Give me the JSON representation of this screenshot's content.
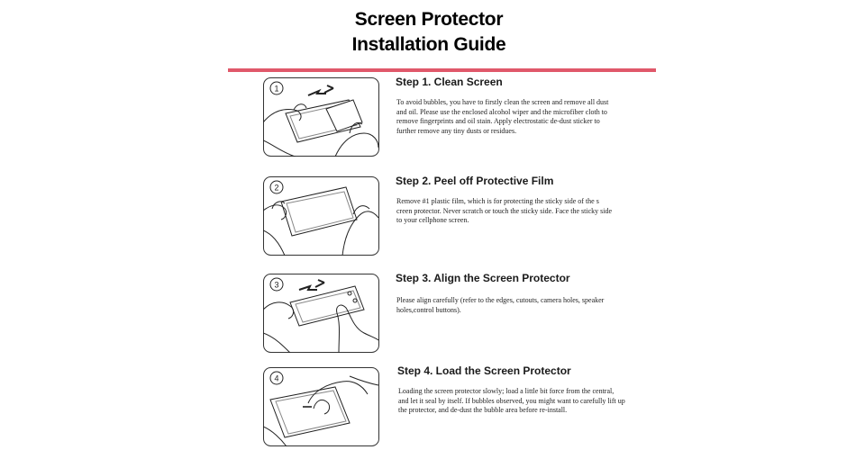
{
  "header": {
    "title_line1": "Screen Protector",
    "title_line2": "Installation Guide",
    "accent_color": "#e0586a"
  },
  "steps": [
    {
      "number": "1",
      "title": "Step 1. Clean Screen",
      "body": "To avoid bubbles, you have to firstly clean the screen and remove all dust and oil. Please use the enclosed alcohol wiper and the microfiber cloth to remove fingerprints and oil stain. Apply electrostatic de-dust sticker to further remove any tiny dusts or residues.",
      "illustration": "hands-cleaning-phone-illustration"
    },
    {
      "number": "2",
      "title": "Step 2. Peel off Protective Film",
      "body": "Remove #1 plastic film, which is for protecting the sticky side of the s creen protector. Never scratch or touch the sticky side. Face the sticky side to your cellphone screen.",
      "illustration": "hands-peeling-film-illustration"
    },
    {
      "number": "3",
      "title": "Step 3. Align the Screen Protector",
      "body": "Please align carefully (refer to the edges, cutouts, camera holes, speaker holes,control buttons).",
      "illustration": "hands-aligning-protector-illustration"
    },
    {
      "number": "4",
      "title": "Step 4. Load the Screen Protector",
      "body": "Loading the screen protector slowly; load a little bit force from the central, and let it seal by itself. If bubbles observed, you might want to carefully lift up the protector, and de-dust the bubble area before re-install.",
      "illustration": "hands-loading-protector-illustration"
    }
  ]
}
